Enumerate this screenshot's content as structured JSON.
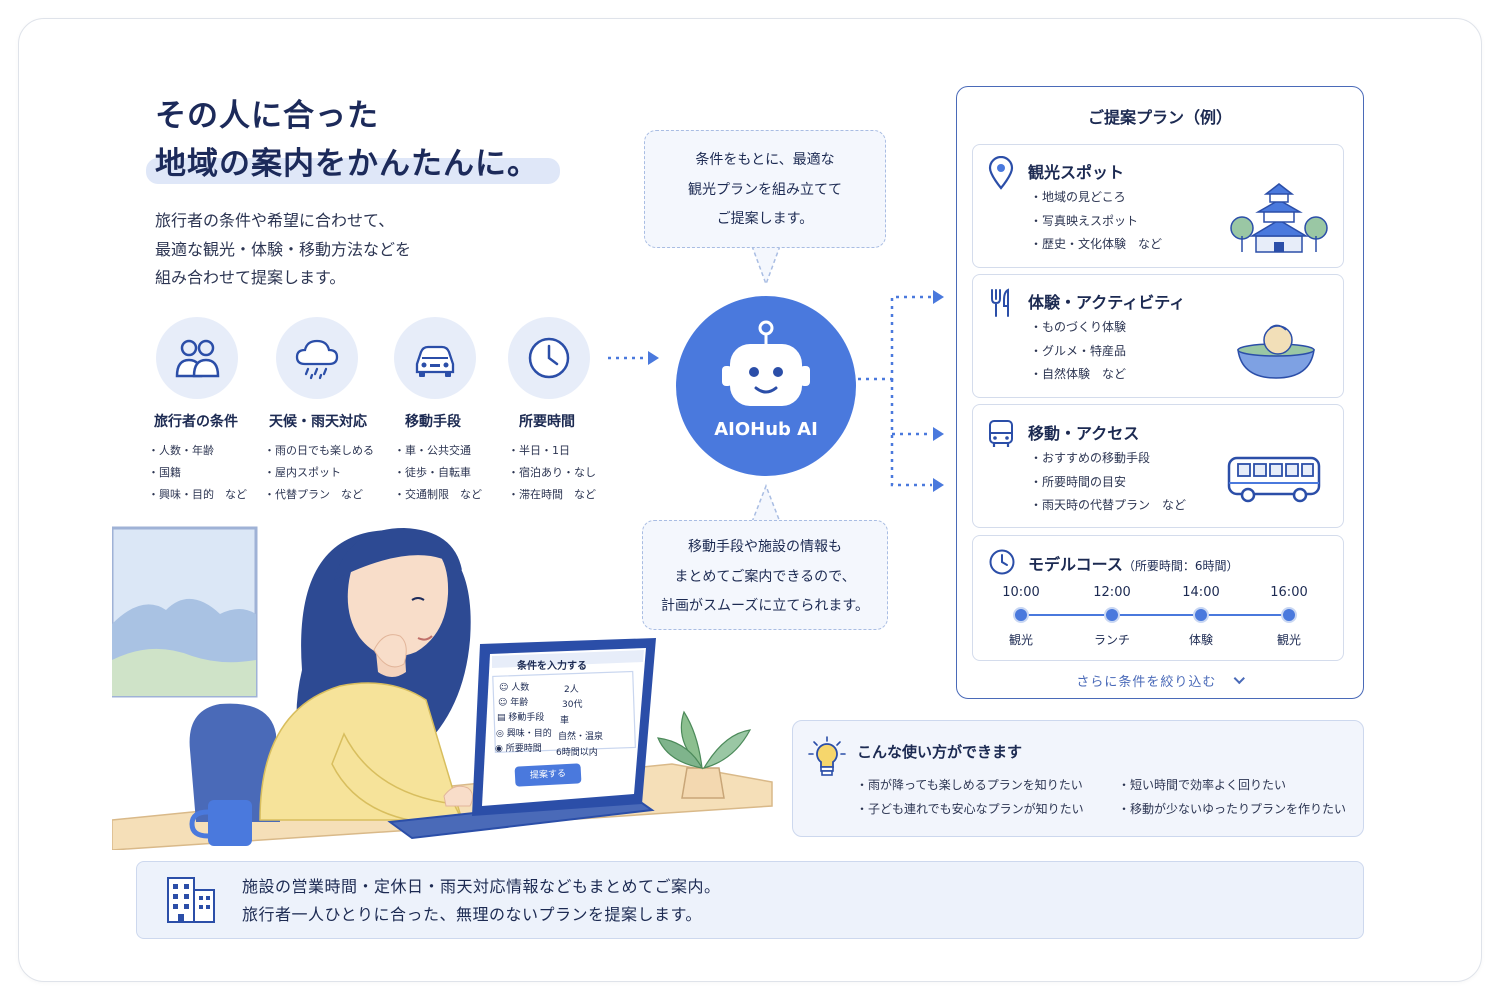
{
  "headline": {
    "line1": "その人に合った",
    "line2": "地域の案内をかんたんに。"
  },
  "intro": {
    "line1": "旅行者の条件や希望に合わせて、",
    "line2": "最適な観光・体験・移動方法などを",
    "line3": "組み合わせて提案します。"
  },
  "conditions": [
    {
      "icon": "people-icon",
      "title": "旅行者の条件",
      "items": [
        "・人数・年齢",
        "・国籍",
        "・興味・目的　など"
      ]
    },
    {
      "icon": "rain-cloud-icon",
      "title": "天候・雨天対応",
      "items": [
        "・雨の日でも楽しめる",
        "・屋内スポット",
        "・代替プラン　など"
      ]
    },
    {
      "icon": "car-icon",
      "title": "移動手段",
      "items": [
        "・車・公共交通",
        "・徒歩・自転車",
        "・交通制限　など"
      ]
    },
    {
      "icon": "clock-icon",
      "title": "所要時間",
      "items": [
        "・半日・1日",
        "・宿泊あり・なし",
        "・滞在時間　など"
      ]
    }
  ],
  "bubble_top": {
    "line1": "条件をもとに、最適な",
    "line2": "観光プランを組み立てて",
    "line3": "ご提案します。"
  },
  "bubble_bottom": {
    "line1": "移動手段や施設の情報も",
    "line2": "まとめてご案内できるので、",
    "line3": "計画がスムーズに立てられます。"
  },
  "ai": {
    "label": "AIOHub AI"
  },
  "plan": {
    "title": "ご提案プラン（例）",
    "cards": [
      {
        "icon": "location-pin-icon",
        "title": "観光スポット",
        "items": [
          "・地域の見どころ",
          "・写真映えスポット",
          "・歴史・文化体験　など"
        ]
      },
      {
        "icon": "fork-knife-icon",
        "title": "体験・アクティビティ",
        "items": [
          "・ものづくり体験",
          "・グルメ・特産品",
          "・自然体験　など"
        ]
      },
      {
        "icon": "bus-icon",
        "title": "移動・アクセス",
        "items": [
          "・おすすめの移動手段",
          "・所要時間の目安",
          "・雨天時の代替プラン　など"
        ]
      }
    ],
    "course": {
      "title": "モデルコース",
      "note": "（所要時間：6時間）",
      "stops": [
        {
          "time": "10:00",
          "label": "観光"
        },
        {
          "time": "12:00",
          "label": "ランチ"
        },
        {
          "time": "14:00",
          "label": "体験"
        },
        {
          "time": "16:00",
          "label": "観光"
        }
      ]
    },
    "refine_label": "さらに条件を絞り込む"
  },
  "usage": {
    "title": "こんな使い方ができます",
    "items": [
      "・雨が降っても楽しめるプランを知りたい",
      "・短い時間で効率よく回りたい",
      "・子ども連れでも安心なプランが知りたい",
      "・移動が少ないゆったりプランを作りたい"
    ]
  },
  "laptop_form": {
    "title": "条件を入力する",
    "rows": [
      {
        "label": "人数",
        "value": "2人"
      },
      {
        "label": "年齢",
        "value": "30代"
      },
      {
        "label": "移動手段",
        "value": "車"
      },
      {
        "label": "興味・目的",
        "value": "自然・温泉"
      },
      {
        "label": "所要時間",
        "value": "6時間以内"
      }
    ],
    "button": "提案する"
  },
  "bottom": {
    "line1": "施設の営業時間・定休日・雨天対応情報などもまとめてご案内。",
    "line2": "旅行者一人ひとりに合った、無理のないプランを提案します。"
  },
  "colors": {
    "accent": "#4a79dd",
    "navy": "#1c2a5a",
    "pale": "#e7edf9"
  }
}
